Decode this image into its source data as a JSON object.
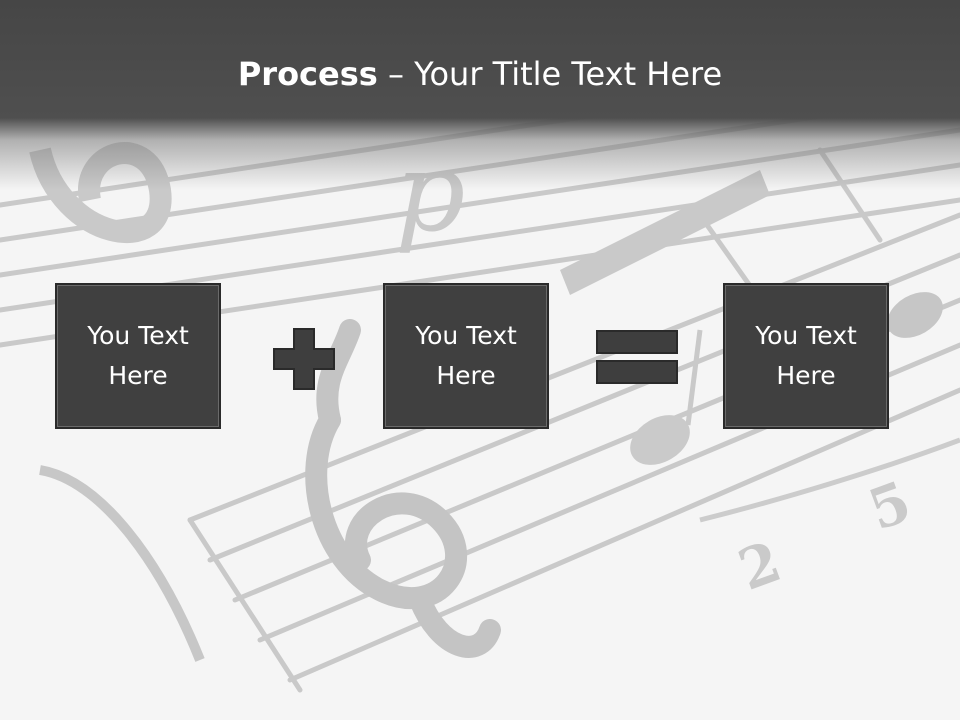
{
  "slide": {
    "title_bold": "Process",
    "title_rest": " – Your Title Text Here",
    "boxes": [
      {
        "text": "You Text Here"
      },
      {
        "text": "You Text Here"
      },
      {
        "text": "You Text Here"
      }
    ],
    "operators": [
      "plus-icon",
      "equals-icon"
    ]
  },
  "colors": {
    "header": "#4a4a4a",
    "box_fill": "#404040",
    "box_border": "#2a2a2a",
    "operator_fill": "#3e3e3e",
    "music_notation": "#c4c4c4",
    "text": "#ffffff"
  }
}
